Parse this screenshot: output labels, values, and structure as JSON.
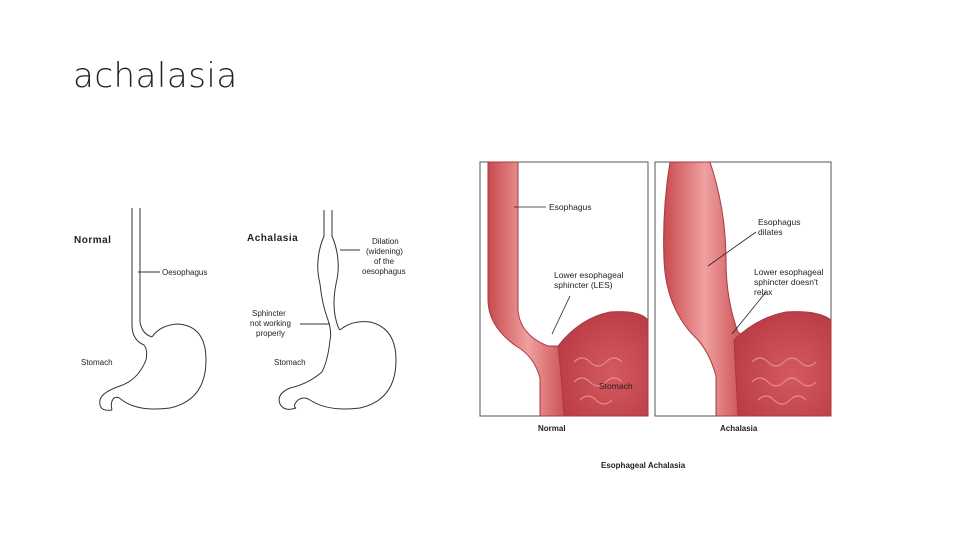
{
  "slide": {
    "title": "achalasia"
  },
  "sketch": {
    "normal": {
      "heading": "Normal",
      "oesophagus_label": "Oesophagus",
      "stomach_label": "Stomach"
    },
    "achalasia": {
      "heading": "Achalasia",
      "dilation_label": [
        "Dilation",
        "(widening)",
        "of the",
        "oesophagus"
      ],
      "sphincter_label": [
        "Sphincter",
        "not working",
        "properly"
      ],
      "stomach_label": "Stomach"
    }
  },
  "illustration": {
    "normal": {
      "esophagus_label": "Esophagus",
      "les_label": [
        "Lower esophageal",
        "sphincter (LES)"
      ],
      "stomach_label": "Stomach",
      "caption": "Normal"
    },
    "achalasia": {
      "dilates_label": [
        "Esophagus",
        "dilates"
      ],
      "sphincter_label": [
        "Lower esophageal",
        "sphincter doesn't",
        "relax"
      ],
      "caption": "Achalasia"
    },
    "figure_title": "Esophageal Achalasia"
  },
  "colors": {
    "tissue": "#d9686b",
    "tissue_light": "#f0a9a6",
    "background": "#ffffff"
  }
}
